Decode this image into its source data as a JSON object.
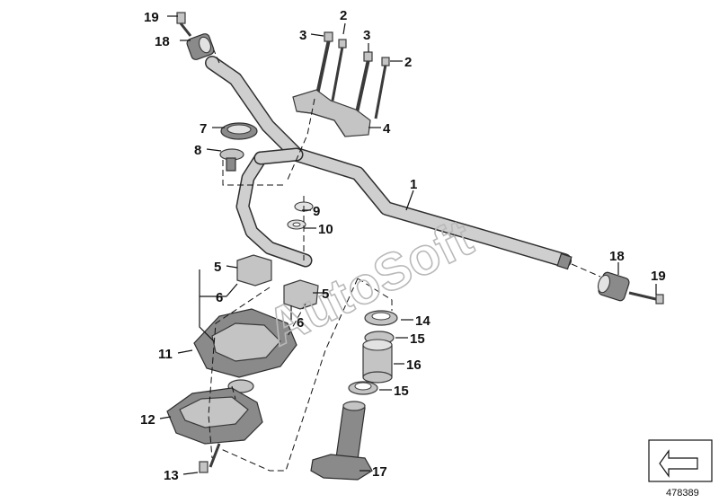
{
  "diagram": {
    "callouts": [
      {
        "id": "c19a",
        "text": "19"
      },
      {
        "id": "c18a",
        "text": "18"
      },
      {
        "id": "c3a",
        "text": "3"
      },
      {
        "id": "c2a",
        "text": "2"
      },
      {
        "id": "c3b",
        "text": "3"
      },
      {
        "id": "c2b",
        "text": "2"
      },
      {
        "id": "c4",
        "text": "4"
      },
      {
        "id": "c7",
        "text": "7"
      },
      {
        "id": "c8",
        "text": "8"
      },
      {
        "id": "c1",
        "text": "1"
      },
      {
        "id": "c9",
        "text": "9"
      },
      {
        "id": "c10",
        "text": "10"
      },
      {
        "id": "c18b",
        "text": "18"
      },
      {
        "id": "c19b",
        "text": "19"
      },
      {
        "id": "c5a",
        "text": "5"
      },
      {
        "id": "c6a",
        "text": "6"
      },
      {
        "id": "c5b",
        "text": "5"
      },
      {
        "id": "c6b",
        "text": "6"
      },
      {
        "id": "c14",
        "text": "14"
      },
      {
        "id": "c15a",
        "text": "15"
      },
      {
        "id": "c11",
        "text": "11"
      },
      {
        "id": "c16",
        "text": "16"
      },
      {
        "id": "c15b",
        "text": "15"
      },
      {
        "id": "c12",
        "text": "12"
      },
      {
        "id": "c13",
        "text": "13"
      },
      {
        "id": "c17",
        "text": "17"
      }
    ],
    "watermark": "AutoSoft",
    "reference_number": "478389"
  }
}
